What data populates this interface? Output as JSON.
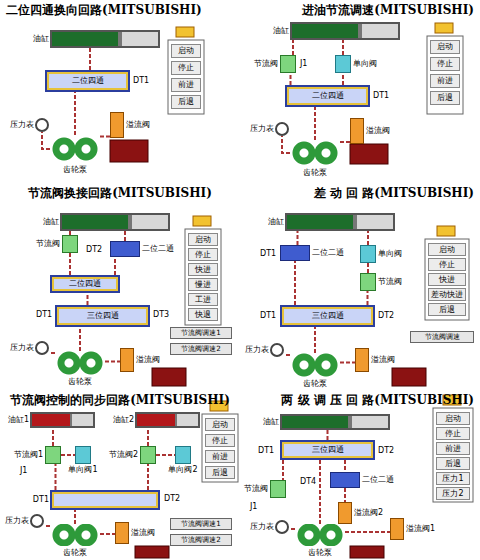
{
  "diagram": {
    "nodes": [
      {
        "text": [
          "二位四通换向回路(MITSUBISHI)"
        ]
      },
      {
        "text": [
          "油缸"
        ],
        "in": 0
      },
      {
        "text": [
          "二位四通"
        ],
        "in": 0
      },
      {
        "text": [
          "溢流阀"
        ],
        "in": 0
      },
      {
        "text": [
          "压力表"
        ],
        "in": 0
      },
      {
        "text": [
          "齿轮泵"
        ],
        "in": 0
      },
      {
        "text": [
          "启动"
        ],
        "in": 0
      },
      {
        "text": [
          "停止"
        ],
        "in": 0
      },
      {
        "text": [
          "前进"
        ],
        "in": 0
      },
      {
        "text": [
          "后退"
        ],
        "in": 0
      },
      {
        "text": [
          "进油节流调速(MITSUBISHI)"
        ]
      },
      {
        "text": [
          "油缸"
        ],
        "in": 10
      },
      {
        "text": [
          "节流阀"
        ],
        "in": 10
      },
      {
        "text": [
          "单向阀"
        ],
        "in": 10
      },
      {
        "text": [
          "二位四通"
        ],
        "in": 10
      },
      {
        "text": [
          "溢流阀"
        ],
        "in": 10
      },
      {
        "text": [
          "压力表"
        ],
        "in": 10
      },
      {
        "text": [
          "齿轮泵"
        ],
        "in": 10
      },
      {
        "text": [
          "启动"
        ],
        "in": 10
      },
      {
        "text": [
          "停止"
        ],
        "in": 10
      },
      {
        "text": [
          "前进"
        ],
        "in": 10
      },
      {
        "text": [
          "后退"
        ],
        "in": 10
      },
      {
        "text": [
          "节流阀换接回路(MITSUBISHI)"
        ]
      },
      {
        "text": [
          "油缸"
        ],
        "in": 22
      },
      {
        "text": [
          "节流阀"
        ],
        "in": 22
      },
      {
        "text": [
          "二位二通"
        ],
        "in": 22
      },
      {
        "text": [
          "二位四通"
        ],
        "in": 22
      },
      {
        "text": [
          "三位四通"
        ],
        "in": 22
      },
      {
        "text": [
          "溢流阀"
        ],
        "in": 22
      },
      {
        "text": [
          "压力表"
        ],
        "in": 22
      },
      {
        "text": [
          "齿轮泵"
        ],
        "in": 22
      },
      {
        "text": [
          "启动"
        ],
        "in": 22
      },
      {
        "text": [
          "停止"
        ],
        "in": 22
      },
      {
        "text": [
          "快进"
        ],
        "in": 22
      },
      {
        "text": [
          "慢进"
        ],
        "in": 22
      },
      {
        "text": [
          "工进"
        ],
        "in": 22
      },
      {
        "text": [
          "快退"
        ],
        "in": 22
      },
      {
        "text": [
          "节流阀调速1"
        ],
        "in": 22
      },
      {
        "text": [
          "节流阀调速2"
        ],
        "in": 22
      },
      {
        "text": [
          "差 动 回 路(MITSUBISHI)"
        ]
      },
      {
        "text": [
          "油缸"
        ],
        "in": 39
      },
      {
        "text": [
          "二位二通"
        ],
        "in": 39
      },
      {
        "text": [
          "单向阀"
        ],
        "in": 39
      },
      {
        "text": [
          "节流阀"
        ],
        "in": 39
      },
      {
        "text": [
          "三位四通"
        ],
        "in": 39
      },
      {
        "text": [
          "溢流阀"
        ],
        "in": 39
      },
      {
        "text": [
          "压力表"
        ],
        "in": 39
      },
      {
        "text": [
          "齿轮泵"
        ],
        "in": 39
      },
      {
        "text": [
          "启动"
        ],
        "in": 39
      },
      {
        "text": [
          "停止"
        ],
        "in": 39
      },
      {
        "text": [
          "快进"
        ],
        "in": 39
      },
      {
        "text": [
          "差动快进"
        ],
        "in": 39
      },
      {
        "text": [
          "后退"
        ],
        "in": 39
      },
      {
        "text": [
          "节流阀调速"
        ],
        "in": 39
      },
      {
        "text": [
          "节流阀控制的同步回路(MITSUBISHI)"
        ]
      },
      {
        "text": [
          "油缸1"
        ],
        "in": 54
      },
      {
        "text": [
          "油缸2"
        ],
        "in": 54
      },
      {
        "text": [
          "节流阀1"
        ],
        "in": 54
      },
      {
        "text": [
          "单向阀1"
        ],
        "in": 54
      },
      {
        "text": [
          "节流阀2"
        ],
        "in": 54
      },
      {
        "text": [
          "单向阀2"
        ],
        "in": 54
      },
      {
        "text": [
          "DT1"
        ],
        "in": 54
      },
      {
        "text": [
          "溢流阀"
        ],
        "in": 54
      },
      {
        "text": [
          "压力表"
        ],
        "in": 54
      },
      {
        "text": [
          "齿轮泵"
        ],
        "in": 54
      },
      {
        "text": [
          "启动"
        ],
        "in": 54
      },
      {
        "text": [
          "停止"
        ],
        "in": 54
      },
      {
        "text": [
          "前进"
        ],
        "in": 54
      },
      {
        "text": [
          "后退"
        ],
        "in": 54
      },
      {
        "text": [
          "节流阀调速1"
        ],
        "in": 54
      },
      {
        "text": [
          "节流阀调速2"
        ],
        "in": 54
      },
      {
        "text": [
          "两 级 调 压 回 路(MITSUBISHI)"
        ]
      },
      {
        "text": [
          "油缸"
        ],
        "in": 71
      },
      {
        "text": [
          "三位四通"
        ],
        "in": 71
      },
      {
        "text": [
          "二位二通"
        ],
        "in": 71
      },
      {
        "text": [
          "溢流阀2"
        ],
        "in": 71
      },
      {
        "text": [
          "节流阀"
        ],
        "in": 71
      },
      {
        "text": [
          "溢流阀1"
        ],
        "in": 71
      },
      {
        "text": [
          "压力表"
        ],
        "in": 71
      },
      {
        "text": [
          "齿轮泵"
        ],
        "in": 71
      },
      {
        "text": [
          "启动"
        ],
        "in": 71
      },
      {
        "text": [
          "停止"
        ],
        "in": 71
      },
      {
        "text": [
          "前进"
        ],
        "in": 71
      },
      {
        "text": [
          "后退"
        ],
        "in": 71
      },
      {
        "text": [
          "压力1"
        ],
        "in": 71
      },
      {
        "text": [
          "压力2"
        ],
        "in": 71
      }
    ],
    "edges": [
      {
        "from": 5,
        "to": 2,
        "arrow": "none"
      },
      {
        "from": 2,
        "to": 1,
        "arrow": "none"
      },
      {
        "from": 5,
        "to": 3,
        "arrow": "none"
      },
      {
        "from": 5,
        "to": 4,
        "arrow": "none"
      },
      {
        "from": 17,
        "to": 14,
        "arrow": "none"
      },
      {
        "from": 14,
        "to": 12,
        "arrow": "none"
      },
      {
        "from": 14,
        "to": 13,
        "arrow": "none"
      },
      {
        "from": 12,
        "to": 11,
        "arrow": "none"
      },
      {
        "from": 13,
        "to": 11,
        "arrow": "none"
      },
      {
        "from": 17,
        "to": 15,
        "arrow": "none"
      },
      {
        "from": 17,
        "to": 16,
        "arrow": "none"
      },
      {
        "from": 30,
        "to": 27,
        "arrow": "none"
      },
      {
        "from": 27,
        "to": 26,
        "arrow": "none"
      },
      {
        "from": 26,
        "to": 24,
        "arrow": "none"
      },
      {
        "from": 26,
        "to": 25,
        "arrow": "none"
      },
      {
        "from": 24,
        "to": 23,
        "arrow": "none"
      },
      {
        "from": 25,
        "to": 23,
        "arrow": "none"
      },
      {
        "from": 30,
        "to": 28,
        "arrow": "none"
      },
      {
        "from": 30,
        "to": 29,
        "arrow": "none"
      },
      {
        "from": 47,
        "to": 44,
        "arrow": "none"
      },
      {
        "from": 44,
        "to": 41,
        "arrow": "none"
      },
      {
        "from": 41,
        "to": 40,
        "arrow": "none"
      },
      {
        "from": 44,
        "to": 43,
        "arrow": "none"
      },
      {
        "from": 43,
        "to": 42,
        "arrow": "none"
      },
      {
        "from": 42,
        "to": 40,
        "arrow": "none"
      },
      {
        "from": 47,
        "to": 45,
        "arrow": "none"
      },
      {
        "from": 47,
        "to": 46,
        "arrow": "none"
      },
      {
        "from": 64,
        "to": 61,
        "arrow": "none"
      },
      {
        "from": 61,
        "to": 57,
        "arrow": "none"
      },
      {
        "from": 61,
        "to": 59,
        "arrow": "none"
      },
      {
        "from": 57,
        "to": 55,
        "arrow": "none"
      },
      {
        "from": 59,
        "to": 56,
        "arrow": "none"
      },
      {
        "from": 57,
        "to": 58,
        "arrow": "none"
      },
      {
        "from": 59,
        "to": 60,
        "arrow": "none"
      },
      {
        "from": 64,
        "to": 62,
        "arrow": "none"
      },
      {
        "from": 64,
        "to": 63,
        "arrow": "none"
      },
      {
        "from": 79,
        "to": 73,
        "arrow": "none"
      },
      {
        "from": 73,
        "to": 72,
        "arrow": "none"
      },
      {
        "from": 73,
        "to": 76,
        "arrow": "none"
      },
      {
        "from": 73,
        "to": 74,
        "arrow": "none"
      },
      {
        "from": 74,
        "to": 75,
        "arrow": "none"
      },
      {
        "from": 79,
        "to": 77,
        "arrow": "none"
      },
      {
        "from": 79,
        "to": 78,
        "arrow": "none"
      }
    ],
    "labels": [
      "DT1",
      "DT1",
      "J1",
      "DT2",
      "DT1",
      "DT3",
      "DT1",
      "DT1",
      "DT2",
      "J1",
      "DT2",
      "DT1",
      "DT2",
      "DT4",
      "J1"
    ]
  }
}
